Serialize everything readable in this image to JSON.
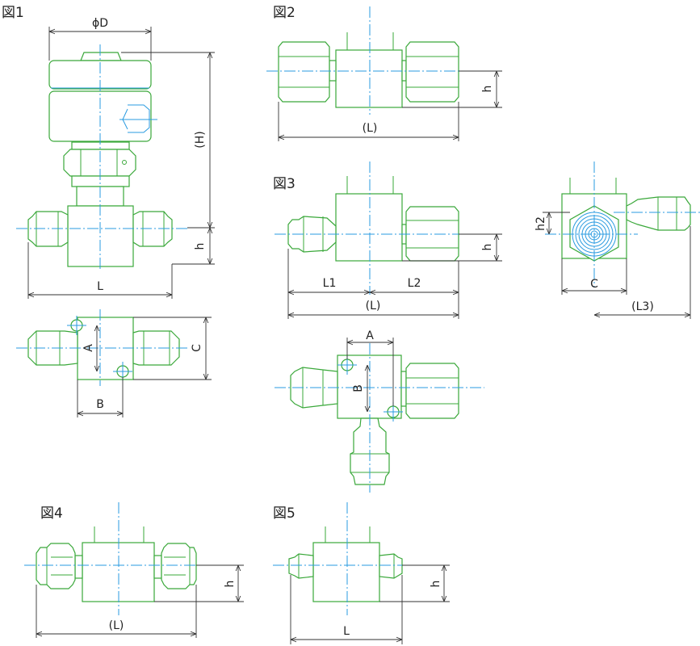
{
  "figures": {
    "fig1": {
      "title": "図1",
      "dims": {
        "phiD": "ϕD",
        "H": "(H)",
        "h": "h",
        "L": "L",
        "A": "A",
        "B": "B",
        "C": "C"
      }
    },
    "fig2": {
      "title": "図2",
      "dims": {
        "h": "h",
        "L": "(L)"
      }
    },
    "fig3": {
      "title": "図3",
      "dims": {
        "h": "h",
        "L1": "L1",
        "L2": "L2",
        "L": "(L)",
        "h2": "h2",
        "C": "C",
        "L3": "(L3)",
        "A": "A",
        "B": "B"
      }
    },
    "fig4": {
      "title": "図4",
      "dims": {
        "h": "h",
        "L": "(L)"
      }
    },
    "fig5": {
      "title": "図5",
      "dims": {
        "h": "h",
        "L": "L"
      }
    }
  },
  "colors": {
    "outline": "#3aa83a",
    "centerline": "#2a9be0",
    "dimension": "#333333"
  }
}
